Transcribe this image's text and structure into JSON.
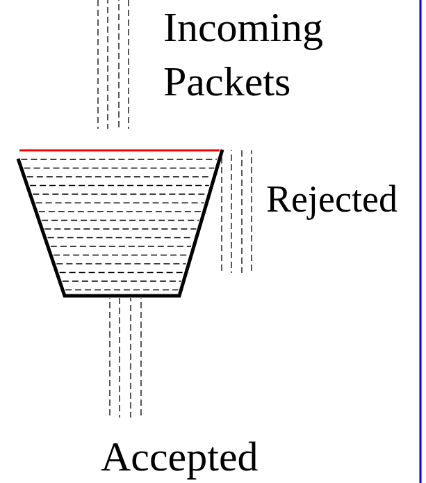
{
  "diagram": {
    "labels": [
      "Incoming Packets",
      "Rejected",
      "Accepted"
    ]
  }
}
